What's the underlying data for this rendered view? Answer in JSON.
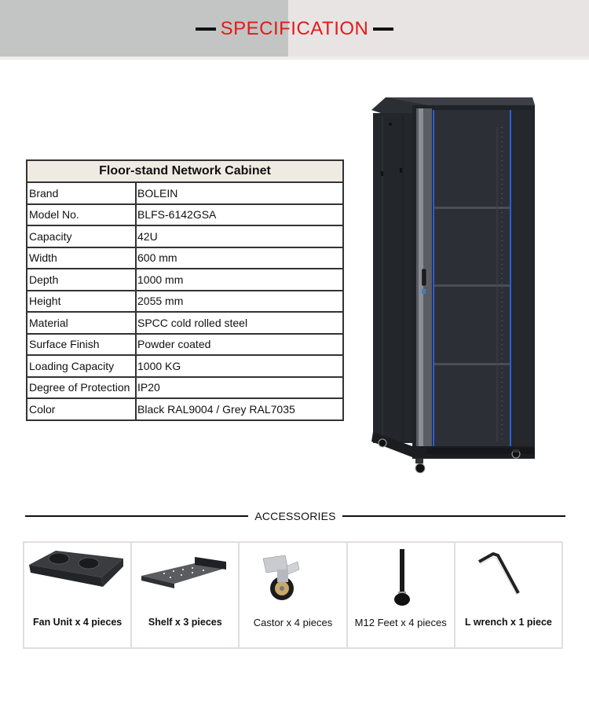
{
  "banner": {
    "title": "SPECIFICATION",
    "title_color": "#e31a1a",
    "left_bg": "#c2c5c4",
    "right_bg": "#e8e4e4"
  },
  "spec_table": {
    "title": "Floor-stand Network Cabinet",
    "rows": [
      {
        "label": "Brand",
        "value": "BOLEIN"
      },
      {
        "label": "Model No.",
        "value": "BLFS-6142GSA"
      },
      {
        "label": "Capacity",
        "value": "42U"
      },
      {
        "label": "Width",
        "value": "600 mm"
      },
      {
        "label": "Depth",
        "value": "1000 mm"
      },
      {
        "label": "Height",
        "value": "2055 mm"
      },
      {
        "label": "Material",
        "value": "SPCC cold rolled steel"
      },
      {
        "label": "Surface Finish",
        "value": "Powder coated"
      },
      {
        "label": "Loading Capacity",
        "value": "1000 KG"
      },
      {
        "label": "Degree of Protection",
        "value": "IP20"
      },
      {
        "label": "Color",
        "value": "Black RAL9004 / Grey RAL7035"
      }
    ]
  },
  "product_image": {
    "name": "network-cabinet-image",
    "accent_color": "#2a5fd6"
  },
  "accessories": {
    "heading": "ACCESSORIES",
    "items": [
      {
        "icon": "fan-unit-icon",
        "label": "Fan Unit x 4 pieces"
      },
      {
        "icon": "shelf-icon",
        "label": "Shelf x 3 pieces"
      },
      {
        "icon": "castor-icon",
        "label": "Castor x 4 pieces"
      },
      {
        "icon": "m12-feet-icon",
        "label": "M12 Feet x 4 pieces"
      },
      {
        "icon": "l-wrench-icon",
        "label": "L wrench x 1 piece"
      }
    ]
  }
}
